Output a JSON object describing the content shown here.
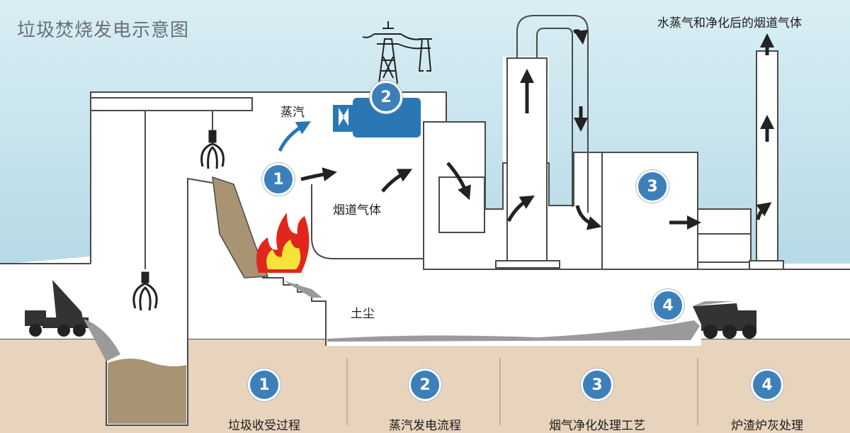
{
  "title": "垃圾焚烧发电示意图",
  "labels": {
    "top_right": "水蒸气和净化后的烟道气体",
    "steam": "蒸汽",
    "flue_gas": "烟道气体",
    "dust": "土尘"
  },
  "badges": [
    "1",
    "2",
    "3",
    "4"
  ],
  "steps": [
    {
      "number": "1",
      "label": "垃圾收受过程"
    },
    {
      "number": "2",
      "label": "蒸汽发电流程"
    },
    {
      "number": "3",
      "label": "烟气净化处理工艺"
    },
    {
      "number": "4",
      "label": "炉渣炉灰处理"
    }
  ],
  "colors": {
    "sky": "#c5e2ec",
    "ground": "#e8d3bd",
    "badge": "#3d7fb9",
    "turbine": "#2a77b3",
    "flame_red": "#e1261c",
    "flame_yellow": "#f7e23a",
    "outline": "#4a4a4a"
  },
  "icons": [
    "power-tower-icon",
    "turbine-icon",
    "flame-icon",
    "grab-crane-icon",
    "dump-truck-icon",
    "arrow-icon"
  ]
}
